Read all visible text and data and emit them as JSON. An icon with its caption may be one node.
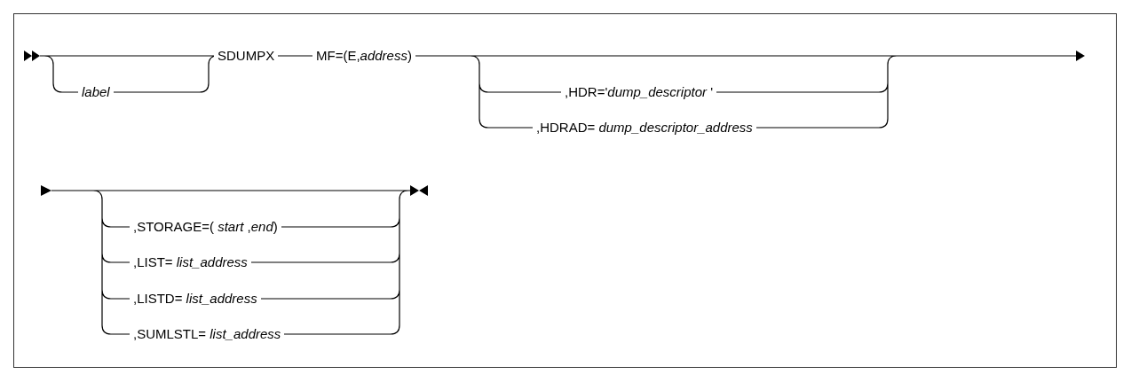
{
  "diagram": {
    "labels": [
      "SDUMPX",
      "MF=(E,*address*)",
      "label",
      ",HDR='*dump_descriptor* '",
      ",HDRAD= *dump_descriptor_address*",
      ",STORAGE=( *start* ,*end*)",
      ",LIST= *list_address*",
      ",LISTD= *list_address*",
      ",SUMLSTL= *list_address*"
    ]
  }
}
